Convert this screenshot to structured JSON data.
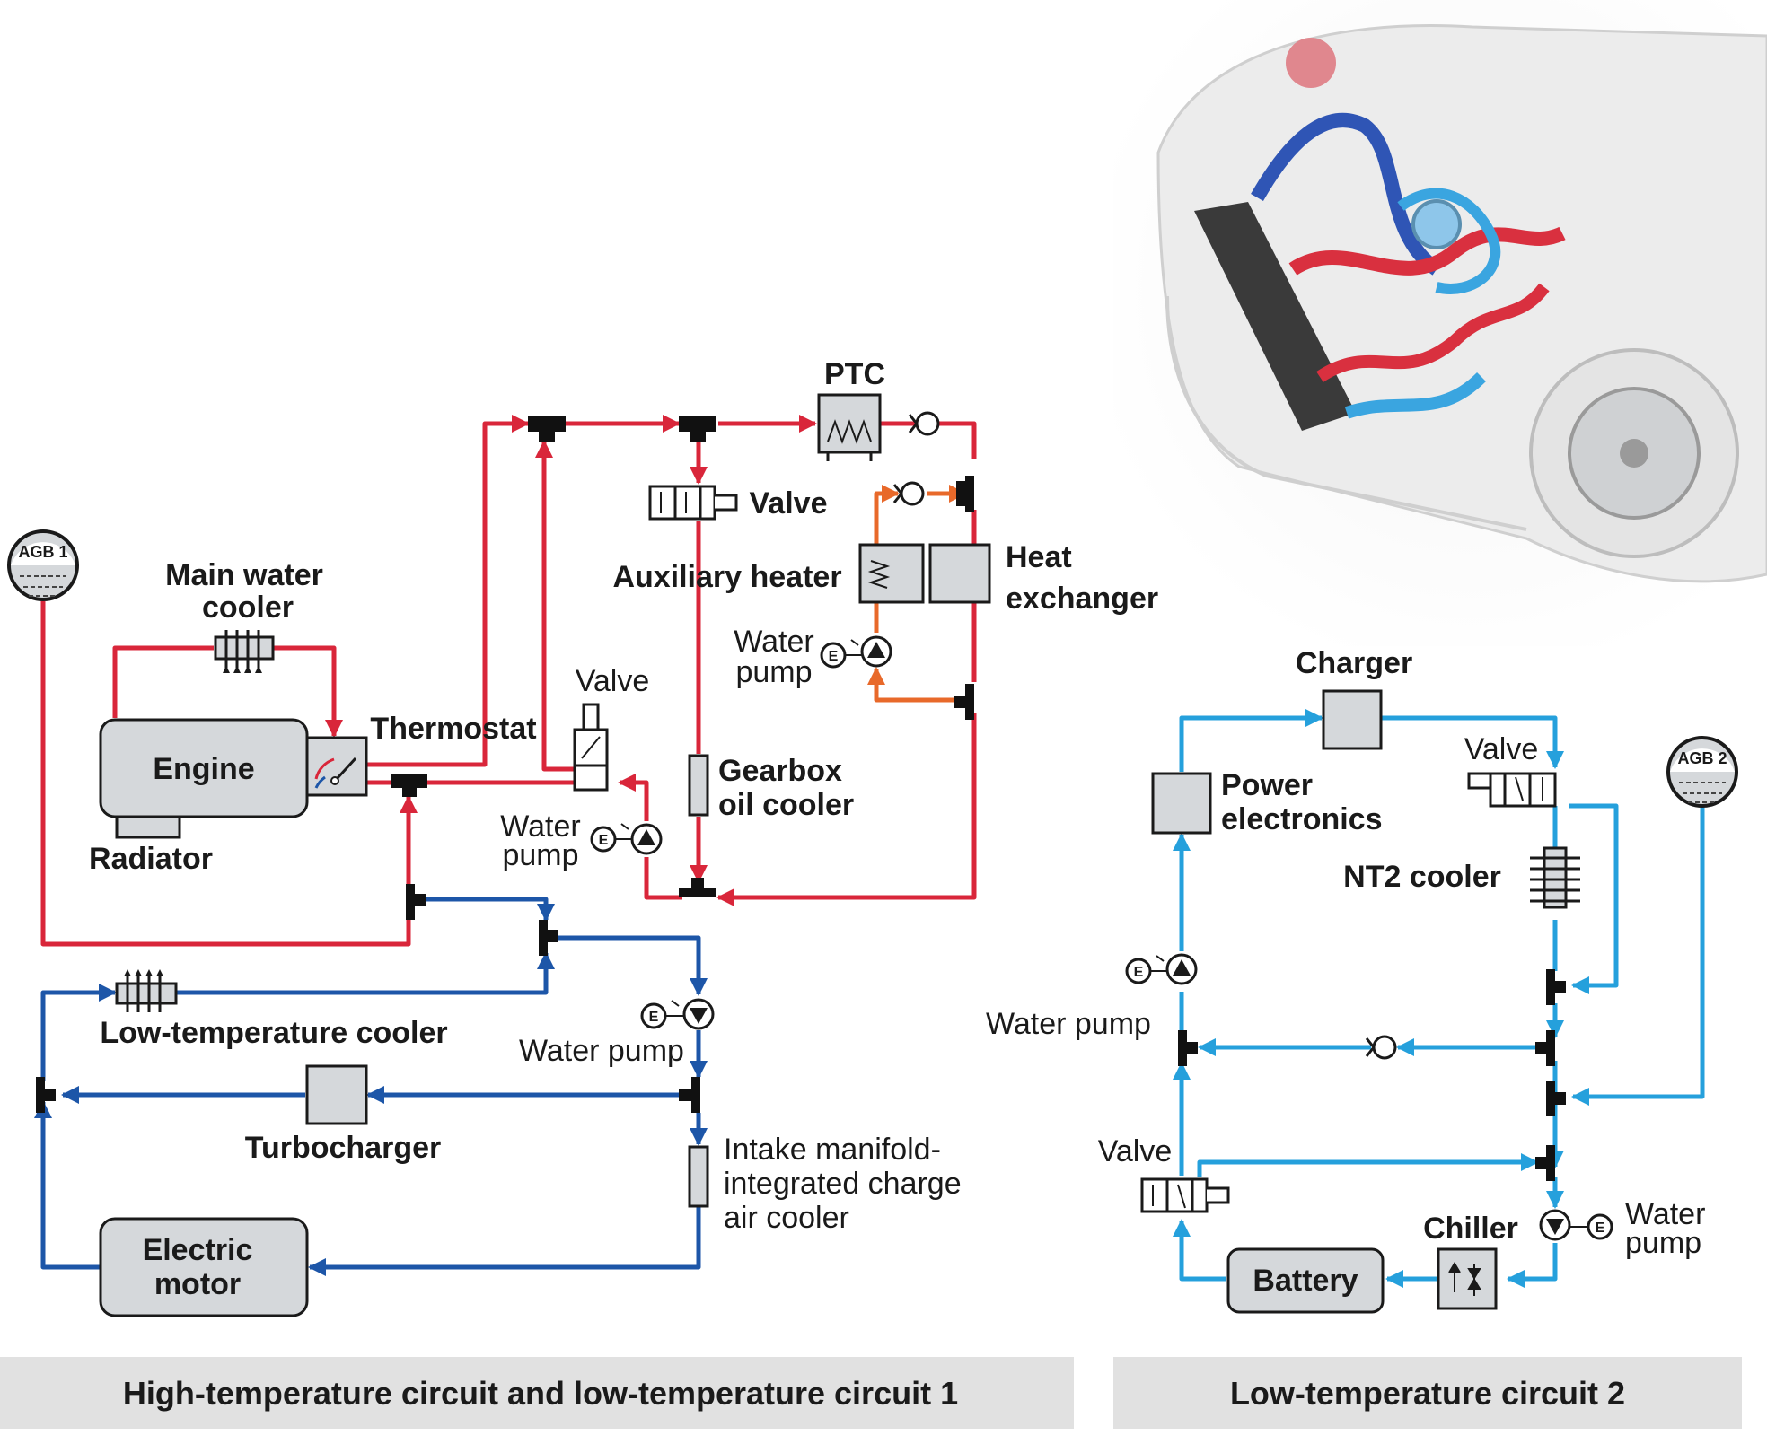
{
  "colors": {
    "high_temp": "#d9263a",
    "low_temp_1": "#1d56a8",
    "low_temp_2": "#25a0dc",
    "heater_loop": "#e8692a",
    "component_fill": "#d5d8db"
  },
  "circuit1": {
    "caption": "High-temperature circuit and low-temperature circuit 1",
    "agb": "AGB 1",
    "main_water_cooler_l1": "Main water",
    "main_water_cooler_l2": "cooler",
    "engine": "Engine",
    "radiator": "Radiator",
    "thermostat": "Thermostat",
    "valve_small": "Valve",
    "water_pump_a_l1": "Water",
    "water_pump_a_l2": "pump",
    "ptc": "PTC",
    "valve_top": "Valve",
    "auxiliary_heater": "Auxiliary heater",
    "heat_exchanger_l1": "Heat",
    "heat_exchanger_l2": "exchanger",
    "water_pump_b_l1": "Water",
    "water_pump_b_l2": "pump",
    "gearbox_l1": "Gearbox",
    "gearbox_l2": "oil cooler",
    "low_temp_cooler": "Low-temperature cooler",
    "water_pump_c": "Water pump",
    "turbocharger": "Turbocharger",
    "intake_l1": "Intake manifold-",
    "intake_l2": "integrated charge",
    "intake_l3": "air cooler",
    "electric_motor_l1": "Electric",
    "electric_motor_l2": "motor",
    "pump_letter": "E"
  },
  "circuit2": {
    "caption": "Low-temperature circuit 2",
    "agb": "AGB 2",
    "charger": "Charger",
    "power_electronics_l1": "Power",
    "power_electronics_l2": "electronics",
    "valve_top": "Valve",
    "nt2_cooler": "NT2 cooler",
    "water_pump_left": "Water pump",
    "valve_bottom": "Valve",
    "chiller": "Chiller",
    "battery": "Battery",
    "water_pump_right_l1": "Water",
    "water_pump_right_l2": "pump"
  }
}
